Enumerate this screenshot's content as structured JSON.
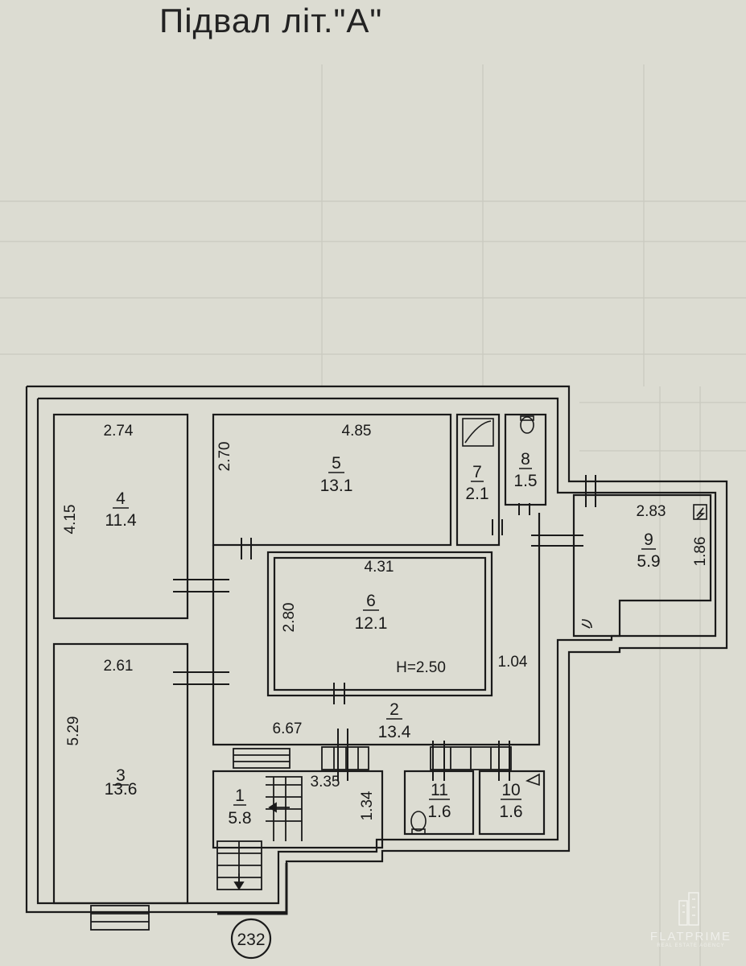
{
  "title": "Підвал літ.\"А\"",
  "rooms": [
    {
      "number": "1",
      "area": "5.8"
    },
    {
      "number": "2",
      "area": "13.4"
    },
    {
      "number": "3",
      "area": "13.6"
    },
    {
      "number": "4",
      "area": "11.4"
    },
    {
      "number": "5",
      "area": "13.1"
    },
    {
      "number": "6",
      "area": "12.1"
    },
    {
      "number": "7",
      "area": "2.1"
    },
    {
      "number": "8",
      "area": "1.5"
    },
    {
      "number": "9",
      "area": "5.9"
    },
    {
      "number": "10",
      "area": "1.6"
    },
    {
      "number": "11",
      "area": "1.6"
    }
  ],
  "dimensions": {
    "r4_width": "2.74",
    "r4_length": "4.15",
    "r5_width": "4.85",
    "r5_length": "2.70",
    "r6_width": "4.31",
    "r6_length": "2.80",
    "r3_width": "2.61",
    "r3_length": "5.29",
    "r2_width": "6.67",
    "r2_side": "1.04",
    "r9_width": "2.83",
    "r9_length": "1.86",
    "r1_width": "3.35",
    "r1_length": "1.34"
  },
  "height_label": "H=2.50",
  "building_number": "232",
  "watermark": {
    "brand": "FLATPRIME",
    "tagline": "REAL ESTATE AGENCY"
  }
}
